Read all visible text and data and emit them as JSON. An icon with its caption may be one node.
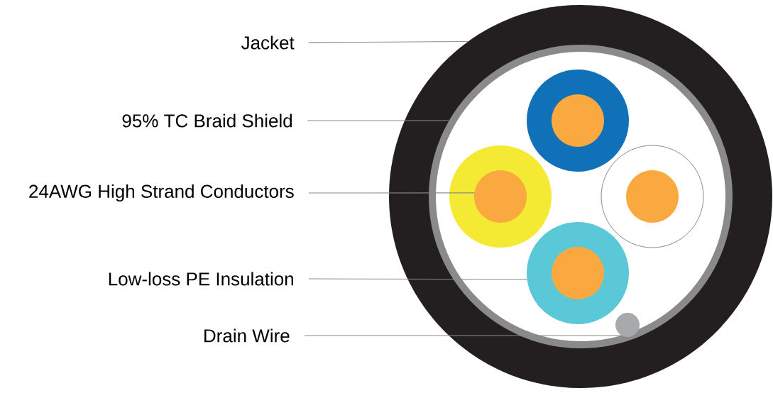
{
  "diagram": {
    "nodes": [
      {
        "text": [
          "Jacket"
        ]
      },
      {
        "text": [
          "95% TC Braid Shield"
        ]
      },
      {
        "text": [
          "24AWG High Strand Conductors"
        ]
      },
      {
        "text": [
          "Low-loss PE Insulation"
        ]
      },
      {
        "text": [
          "Drain Wire"
        ]
      },
      {
        "text": [],
        "shape": "circle"
      },
      {
        "text": [],
        "shape": "circle",
        "in": 5
      },
      {
        "text": [],
        "shape": "circle",
        "in": 6
      },
      {
        "text": [],
        "shape": "circle",
        "in": 6
      },
      {
        "text": [],
        "shape": "circle",
        "in": 6
      }
    ],
    "edges": [
      {
        "from": 0,
        "to": 5,
        "arrow": "none"
      },
      {
        "from": 1,
        "to": 6,
        "arrow": "none"
      },
      {
        "from": 2,
        "to": 7,
        "arrow": "none"
      },
      {
        "from": 3,
        "to": 8,
        "arrow": "none"
      },
      {
        "from": 4,
        "to": 9,
        "arrow": "none"
      }
    ]
  }
}
